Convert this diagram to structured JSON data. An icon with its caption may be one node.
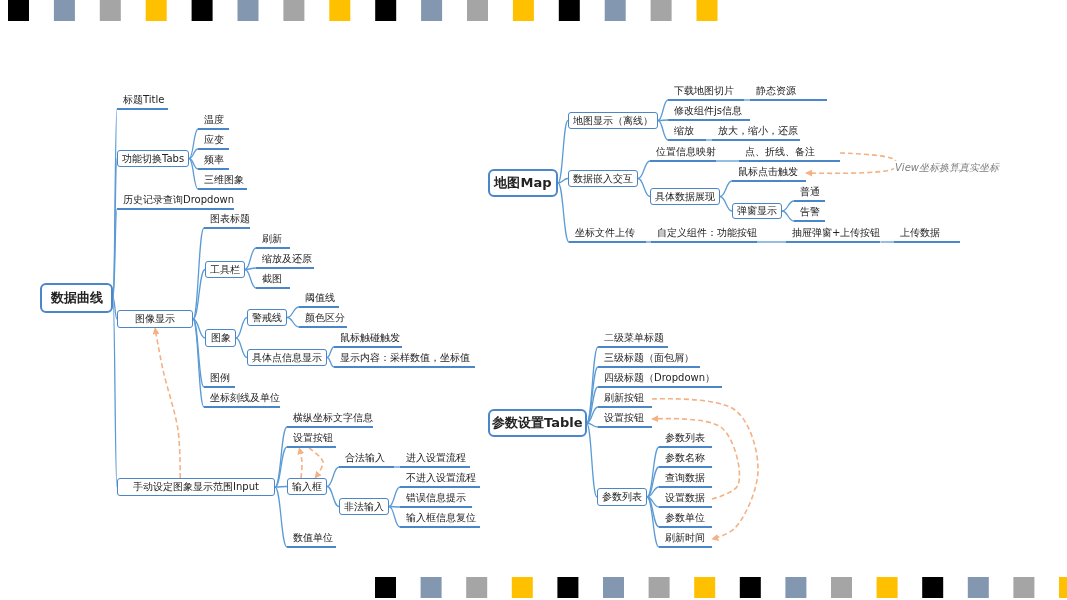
{
  "diagram": {
    "nodes": [
      {
        "text": [
          "数据曲线"
        ]
      },
      {
        "text": [
          "标题Title"
        ]
      },
      {
        "text": [
          "功能切换Tabs"
        ]
      },
      {
        "text": [
          "温度"
        ]
      },
      {
        "text": [
          "应变"
        ]
      },
      {
        "text": [
          "频率"
        ]
      },
      {
        "text": [
          "三维图象"
        ]
      },
      {
        "text": [
          "历史记录查询Dropdown"
        ]
      },
      {
        "text": [
          "图像显示"
        ]
      },
      {
        "text": [
          "图表标题"
        ]
      },
      {
        "text": [
          "工具栏"
        ]
      },
      {
        "text": [
          "刷新"
        ]
      },
      {
        "text": [
          "缩放及还原"
        ]
      },
      {
        "text": [
          "截图"
        ]
      },
      {
        "text": [
          "图象"
        ]
      },
      {
        "text": [
          "警戒线"
        ]
      },
      {
        "text": [
          "阈值线"
        ]
      },
      {
        "text": [
          "颜色区分"
        ]
      },
      {
        "text": [
          "具体点信息显示"
        ]
      },
      {
        "text": [
          "鼠标触碰触发"
        ]
      },
      {
        "text": [
          "显示内容：采样数值，坐标值"
        ]
      },
      {
        "text": [
          "图例"
        ]
      },
      {
        "text": [
          "坐标刻线及单位"
        ]
      },
      {
        "text": [
          "手动设定图象显示范围Input"
        ]
      },
      {
        "text": [
          "横纵坐标文字信息"
        ]
      },
      {
        "text": [
          "设置按钮"
        ]
      },
      {
        "text": [
          "输入框"
        ]
      },
      {
        "text": [
          "合法输入"
        ]
      },
      {
        "text": [
          "进入设置流程"
        ]
      },
      {
        "text": [
          "非法输入"
        ]
      },
      {
        "text": [
          "不进入设置流程"
        ]
      },
      {
        "text": [
          "错误信息提示"
        ]
      },
      {
        "text": [
          "输入框信息复位"
        ]
      },
      {
        "text": [
          "数值单位"
        ]
      },
      {
        "text": [
          "地图Map"
        ]
      },
      {
        "text": [
          "地图显示（离线）"
        ]
      },
      {
        "text": [
          "下载地图切片"
        ]
      },
      {
        "text": [
          "静态资源"
        ]
      },
      {
        "text": [
          "修改组件js信息"
        ]
      },
      {
        "text": [
          "缩放"
        ]
      },
      {
        "text": [
          "放大，缩小，还原"
        ]
      },
      {
        "text": [
          "数据嵌入交互"
        ]
      },
      {
        "text": [
          "位置信息映射"
        ]
      },
      {
        "text": [
          "点、折线、备注"
        ]
      },
      {
        "text": [
          "具体数据展现"
        ]
      },
      {
        "text": [
          "鼠标点击触发"
        ]
      },
      {
        "text": [
          "弹窗显示"
        ]
      },
      {
        "text": [
          "普通"
        ]
      },
      {
        "text": [
          "告警"
        ]
      },
      {
        "text": [
          "坐标文件上传"
        ]
      },
      {
        "text": [
          "自定义组件：功能按钮"
        ]
      },
      {
        "text": [
          "抽屉弹窗+上传按钮"
        ]
      },
      {
        "text": [
          "上传数据"
        ]
      },
      {
        "text": [
          "参数设置Table"
        ]
      },
      {
        "text": [
          "二级菜单标题"
        ]
      },
      {
        "text": [
          "三级标题（面包屑）"
        ]
      },
      {
        "text": [
          "四级标题（Dropdown）"
        ]
      },
      {
        "text": [
          "刷新按钮"
        ]
      },
      {
        "text": [
          "设置按钮"
        ]
      },
      {
        "text": [
          "参数列表"
        ]
      },
      {
        "text": [
          "参数列表"
        ]
      },
      {
        "text": [
          "参数名称"
        ]
      },
      {
        "text": [
          "查询数据"
        ]
      },
      {
        "text": [
          "设置数据"
        ]
      },
      {
        "text": [
          "参数单位"
        ]
      },
      {
        "text": [
          "刷新时间"
        ]
      }
    ],
    "edges": [
      {
        "from": 0,
        "to": 1,
        "arrow": "none"
      },
      {
        "from": 0,
        "to": 2,
        "arrow": "none"
      },
      {
        "from": 2,
        "to": 3,
        "arrow": "none"
      },
      {
        "from": 2,
        "to": 4,
        "arrow": "none"
      },
      {
        "from": 2,
        "to": 5,
        "arrow": "none"
      },
      {
        "from": 2,
        "to": 6,
        "arrow": "none"
      },
      {
        "from": 0,
        "to": 7,
        "arrow": "none"
      },
      {
        "from": 0,
        "to": 8,
        "arrow": "none"
      },
      {
        "from": 8,
        "to": 9,
        "arrow": "none"
      },
      {
        "from": 8,
        "to": 10,
        "arrow": "none"
      },
      {
        "from": 10,
        "to": 11,
        "arrow": "none"
      },
      {
        "from": 10,
        "to": 12,
        "arrow": "none"
      },
      {
        "from": 10,
        "to": 13,
        "arrow": "none"
      },
      {
        "from": 8,
        "to": 14,
        "arrow": "none"
      },
      {
        "from": 14,
        "to": 15,
        "arrow": "none"
      },
      {
        "from": 15,
        "to": 16,
        "arrow": "none"
      },
      {
        "from": 15,
        "to": 17,
        "arrow": "none"
      },
      {
        "from": 14,
        "to": 18,
        "arrow": "none"
      },
      {
        "from": 18,
        "to": 19,
        "arrow": "none"
      },
      {
        "from": 18,
        "to": 20,
        "arrow": "none"
      },
      {
        "from": 8,
        "to": 21,
        "arrow": "none"
      },
      {
        "from": 8,
        "to": 22,
        "arrow": "none"
      },
      {
        "from": 0,
        "to": 23,
        "arrow": "none"
      },
      {
        "from": 23,
        "to": 24,
        "arrow": "none"
      },
      {
        "from": 23,
        "to": 25,
        "arrow": "none"
      },
      {
        "from": 23,
        "to": 26,
        "arrow": "none"
      },
      {
        "from": 26,
        "to": 27,
        "arrow": "none"
      },
      {
        "from": 27,
        "to": 28,
        "arrow": "none"
      },
      {
        "from": 26,
        "to": 29,
        "arrow": "none"
      },
      {
        "from": 29,
        "to": 30,
        "arrow": "none"
      },
      {
        "from": 29,
        "to": 31,
        "arrow": "none"
      },
      {
        "from": 29,
        "to": 32,
        "arrow": "none"
      },
      {
        "from": 23,
        "to": 33,
        "arrow": "none"
      },
      {
        "from": 34,
        "to": 35,
        "arrow": "none"
      },
      {
        "from": 35,
        "to": 36,
        "arrow": "none"
      },
      {
        "from": 36,
        "to": 37,
        "arrow": "none"
      },
      {
        "from": 35,
        "to": 38,
        "arrow": "none"
      },
      {
        "from": 35,
        "to": 39,
        "arrow": "none"
      },
      {
        "from": 39,
        "to": 40,
        "arrow": "none"
      },
      {
        "from": 34,
        "to": 41,
        "arrow": "none"
      },
      {
        "from": 41,
        "to": 42,
        "arrow": "none"
      },
      {
        "from": 42,
        "to": 43,
        "arrow": "none"
      },
      {
        "from": 41,
        "to": 44,
        "arrow": "none"
      },
      {
        "from": 44,
        "to": 45,
        "arrow": "none"
      },
      {
        "from": 44,
        "to": 46,
        "arrow": "none"
      },
      {
        "from": 46,
        "to": 47,
        "arrow": "none"
      },
      {
        "from": 46,
        "to": 48,
        "arrow": "none"
      },
      {
        "from": 34,
        "to": 49,
        "arrow": "none"
      },
      {
        "from": 49,
        "to": 50,
        "arrow": "none"
      },
      {
        "from": 50,
        "to": 51,
        "arrow": "none"
      },
      {
        "from": 51,
        "to": 52,
        "arrow": "none"
      },
      {
        "from": 53,
        "to": 54,
        "arrow": "none"
      },
      {
        "from": 53,
        "to": 55,
        "arrow": "none"
      },
      {
        "from": 53,
        "to": 56,
        "arrow": "none"
      },
      {
        "from": 53,
        "to": 57,
        "arrow": "none"
      },
      {
        "from": 53,
        "to": 58,
        "arrow": "none"
      },
      {
        "from": 53,
        "to": 59,
        "arrow": "none"
      },
      {
        "from": 59,
        "to": 60,
        "arrow": "none"
      },
      {
        "from": 59,
        "to": 61,
        "arrow": "none"
      },
      {
        "from": 59,
        "to": 62,
        "arrow": "none"
      },
      {
        "from": 59,
        "to": 63,
        "arrow": "none"
      },
      {
        "from": 59,
        "to": 64,
        "arrow": "none"
      },
      {
        "from": 59,
        "to": 65,
        "arrow": "none"
      },
      {
        "from": 23,
        "to": 8,
        "arrow": "to",
        "style": "dashed",
        "color": "#f4b183"
      },
      {
        "from": 26,
        "to": 25,
        "arrow": "to",
        "style": "dashed",
        "color": "#f4b183"
      },
      {
        "from": 25,
        "to": 26,
        "arrow": "to",
        "style": "dashed",
        "color": "#f4b183"
      },
      {
        "from": 43,
        "to": 45,
        "arrow": "to",
        "style": "dashed",
        "color": "#f4b183",
        "label": "View坐标换算真实坐标"
      },
      {
        "from": 57,
        "to": 65,
        "arrow": "to",
        "style": "dashed",
        "color": "#f4b183"
      },
      {
        "from": 63,
        "to": 58,
        "arrow": "to",
        "style": "dashed",
        "color": "#f4b183"
      }
    ]
  }
}
